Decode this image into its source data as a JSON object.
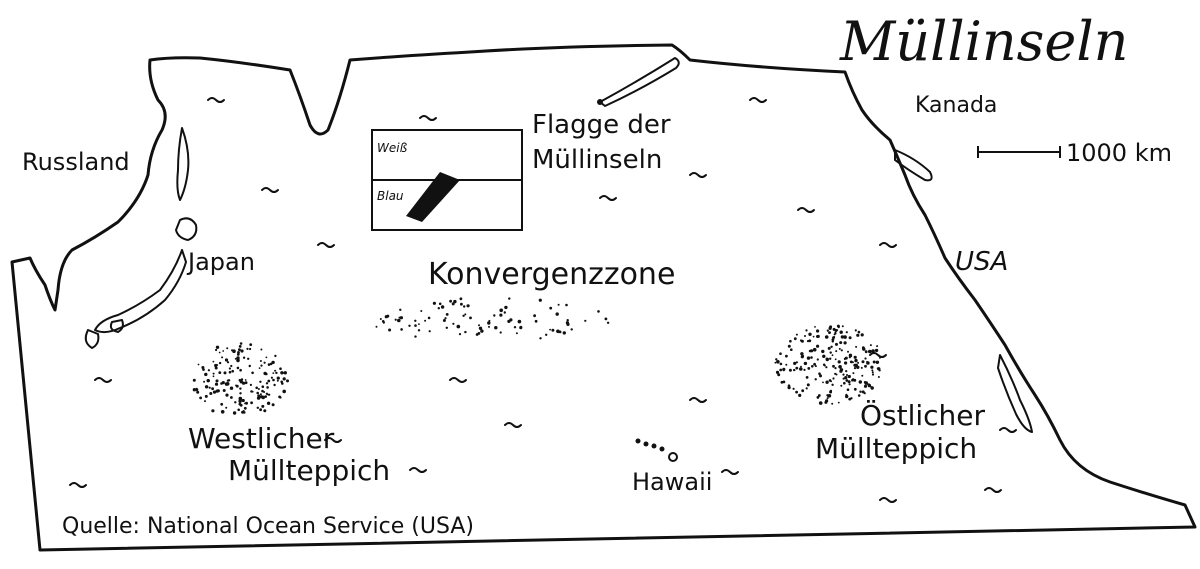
{
  "map": {
    "title": "Müllinseln",
    "labels": {
      "russia": "Russland",
      "japan": "Japan",
      "canada": "Kanada",
      "usa": "USA",
      "hawaii": "Hawaii",
      "convergence_zone": "Konvergenzzone",
      "west_patch_line1": "Westlicher",
      "west_patch_line2": "Müllteppich",
      "east_patch_line1": "Östlicher",
      "east_patch_line2": "Müllteppich"
    },
    "flag": {
      "caption_line1": "Flagge der",
      "caption_line2": "Müllinseln",
      "top_label": "Weiß",
      "bottom_label": "Blau"
    },
    "scale": {
      "label": "1000 km"
    },
    "source": "Quelle: National Ocean Service (USA)"
  }
}
